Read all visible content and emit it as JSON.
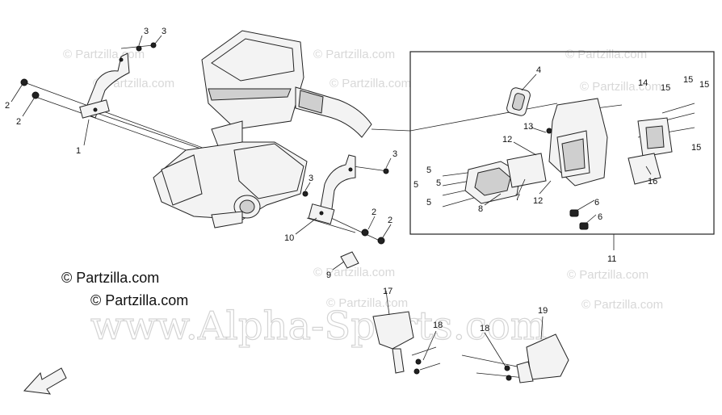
{
  "watermarks": {
    "small": "© Partzilla.com",
    "big": "www.Alpha-Sports.com"
  },
  "brand": "© Partzilla.com",
  "callouts": {
    "c1": "1",
    "c2a": "2",
    "c2b": "2",
    "c2c": "2",
    "c2d": "2",
    "c3a": "3",
    "c3b": "3",
    "c3c": "3",
    "c3d": "3",
    "c4": "4",
    "c5a": "5",
    "c5b": "5",
    "c5c": "5",
    "c5d": "5",
    "c6a": "6",
    "c6b": "6",
    "c7": "7",
    "c8": "8",
    "c9": "9",
    "c10": "10",
    "c11": "11",
    "c12a": "12",
    "c12b": "12",
    "c13": "13",
    "c14": "14",
    "c15a": "15",
    "c15b": "15",
    "c15c": "15",
    "c15d": "15",
    "c16": "16",
    "c17": "17",
    "c18a": "18",
    "c18b": "18",
    "c19": "19"
  }
}
